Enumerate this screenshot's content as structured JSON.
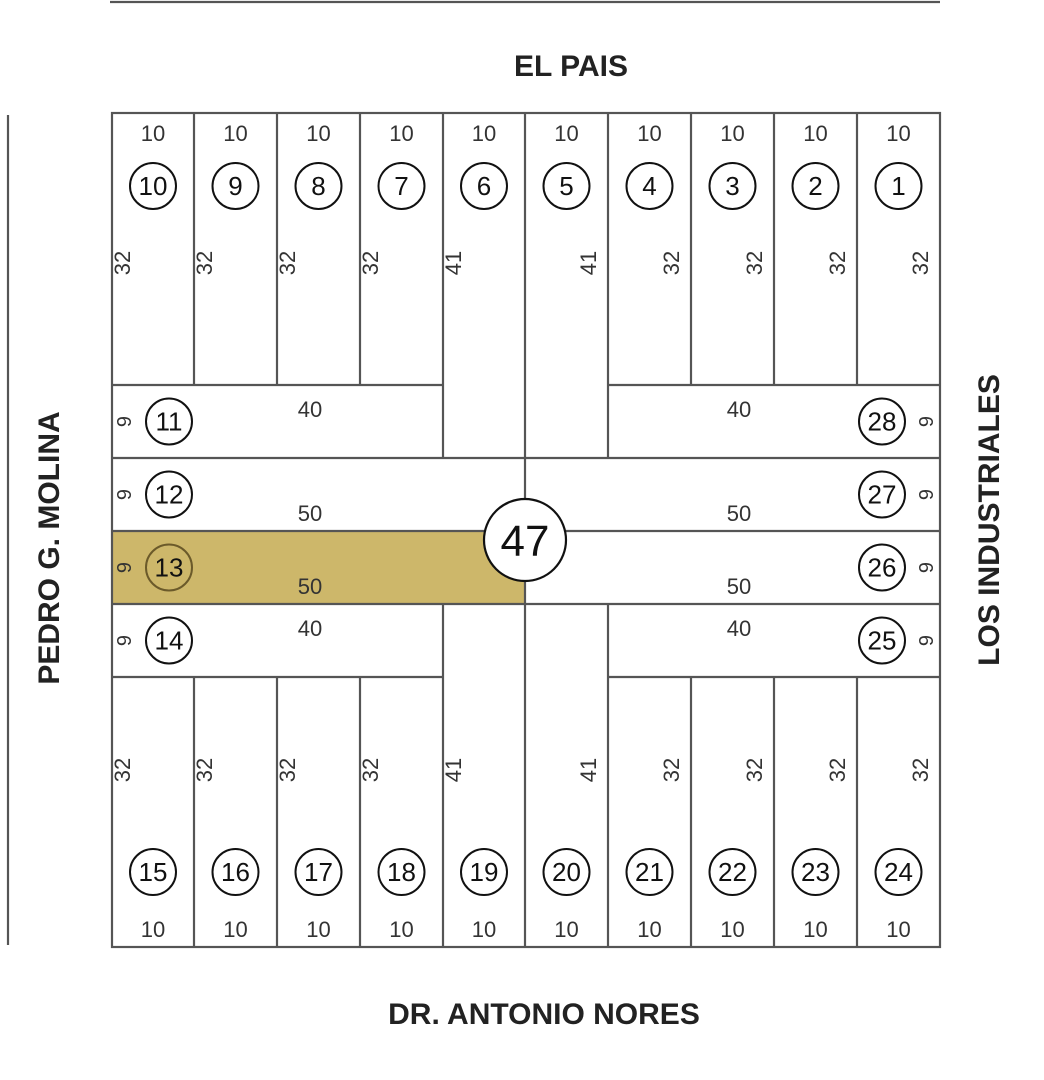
{
  "streets": {
    "top": "EL PAIS",
    "bottom": "DR. ANTONIO NORES",
    "left": "PEDRO G. MOLINA",
    "right": "LOS INDUSTRIALES"
  },
  "block": {
    "number": "47"
  },
  "colors": {
    "highlight": "#cdb76a",
    "line": "#555555",
    "text": "#222222",
    "background": "#ffffff"
  },
  "top_lots": [
    {
      "number": "10",
      "front": "10",
      "depth": "32"
    },
    {
      "number": "9",
      "front": "10",
      "depth": "32"
    },
    {
      "number": "8",
      "front": "10",
      "depth": "32"
    },
    {
      "number": "7",
      "front": "10",
      "depth": "32"
    },
    {
      "number": "6",
      "front": "10",
      "depth": "41"
    },
    {
      "number": "5",
      "front": "10",
      "depth": "41"
    },
    {
      "number": "4",
      "front": "10",
      "depth": "32"
    },
    {
      "number": "3",
      "front": "10",
      "depth": "32"
    },
    {
      "number": "2",
      "front": "10",
      "depth": "32"
    },
    {
      "number": "1",
      "front": "10",
      "depth": "32"
    }
  ],
  "bottom_lots": [
    {
      "number": "15",
      "front": "10",
      "depth": "32"
    },
    {
      "number": "16",
      "front": "10",
      "depth": "32"
    },
    {
      "number": "17",
      "front": "10",
      "depth": "32"
    },
    {
      "number": "18",
      "front": "10",
      "depth": "32"
    },
    {
      "number": "19",
      "front": "10",
      "depth": "41"
    },
    {
      "number": "20",
      "front": "10",
      "depth": "41"
    },
    {
      "number": "21",
      "front": "10",
      "depth": "32"
    },
    {
      "number": "22",
      "front": "10",
      "depth": "32"
    },
    {
      "number": "23",
      "front": "10",
      "depth": "32"
    },
    {
      "number": "24",
      "front": "10",
      "depth": "32"
    }
  ],
  "left_lots": [
    {
      "number": "11",
      "front": "9",
      "depth": "40",
      "highlighted": false
    },
    {
      "number": "12",
      "front": "9",
      "depth": "50",
      "highlighted": false
    },
    {
      "number": "13",
      "front": "9",
      "depth": "50",
      "highlighted": true
    },
    {
      "number": "14",
      "front": "9",
      "depth": "40",
      "highlighted": false
    }
  ],
  "right_lots": [
    {
      "number": "28",
      "front": "9",
      "depth": "40",
      "highlighted": false
    },
    {
      "number": "27",
      "front": "9",
      "depth": "50",
      "highlighted": false
    },
    {
      "number": "26",
      "front": "9",
      "depth": "50",
      "highlighted": false
    },
    {
      "number": "25",
      "front": "9",
      "depth": "40",
      "highlighted": false
    }
  ]
}
